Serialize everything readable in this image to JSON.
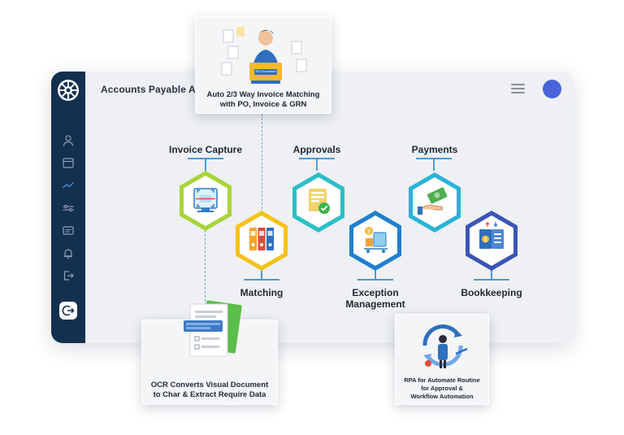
{
  "header": {
    "title": "Accounts Payable Aut"
  },
  "sidebar": {
    "icons": [
      "user-icon",
      "calendar-icon",
      "chart-line-icon",
      "sliders-icon",
      "message-icon",
      "bell-icon",
      "exit-icon"
    ],
    "logout_icon": "logout-icon"
  },
  "flow": {
    "steps": [
      {
        "label": "Invoice Capture",
        "icon": "scanner-icon",
        "color": "#a8d43a"
      },
      {
        "label": "Matching",
        "icon": "binders-icon",
        "color": "#f5c21b"
      },
      {
        "label": "Approvals",
        "icon": "approval-document-icon",
        "color": "#2bbfc6"
      },
      {
        "label": "Exception",
        "label2": "Management",
        "icon": "exception-cart-icon",
        "color": "#1e7fd0"
      },
      {
        "label": "Payments",
        "icon": "cash-hand-icon",
        "color": "#29b3d8"
      },
      {
        "label": "Bookkeeping",
        "icon": "ledger-book-icon",
        "color": "#3a55b5"
      }
    ]
  },
  "callouts": {
    "matching": {
      "line1": "Auto 2/3 Way Invoice Matching",
      "line2": "with PO, Invoice & GRN",
      "badge": "PO Document"
    },
    "ocr": {
      "line1": "OCR Converts Visual Document",
      "line2": "to Char & Extract Require Data"
    },
    "rpa": {
      "line1": "RPA for Automate Routine",
      "line2": "for Approval &",
      "line3": "Workflow Automation"
    }
  },
  "colors": {
    "sidebar": "#13304f",
    "accent": "#4a63d8",
    "connector": "#4d9ad6"
  }
}
